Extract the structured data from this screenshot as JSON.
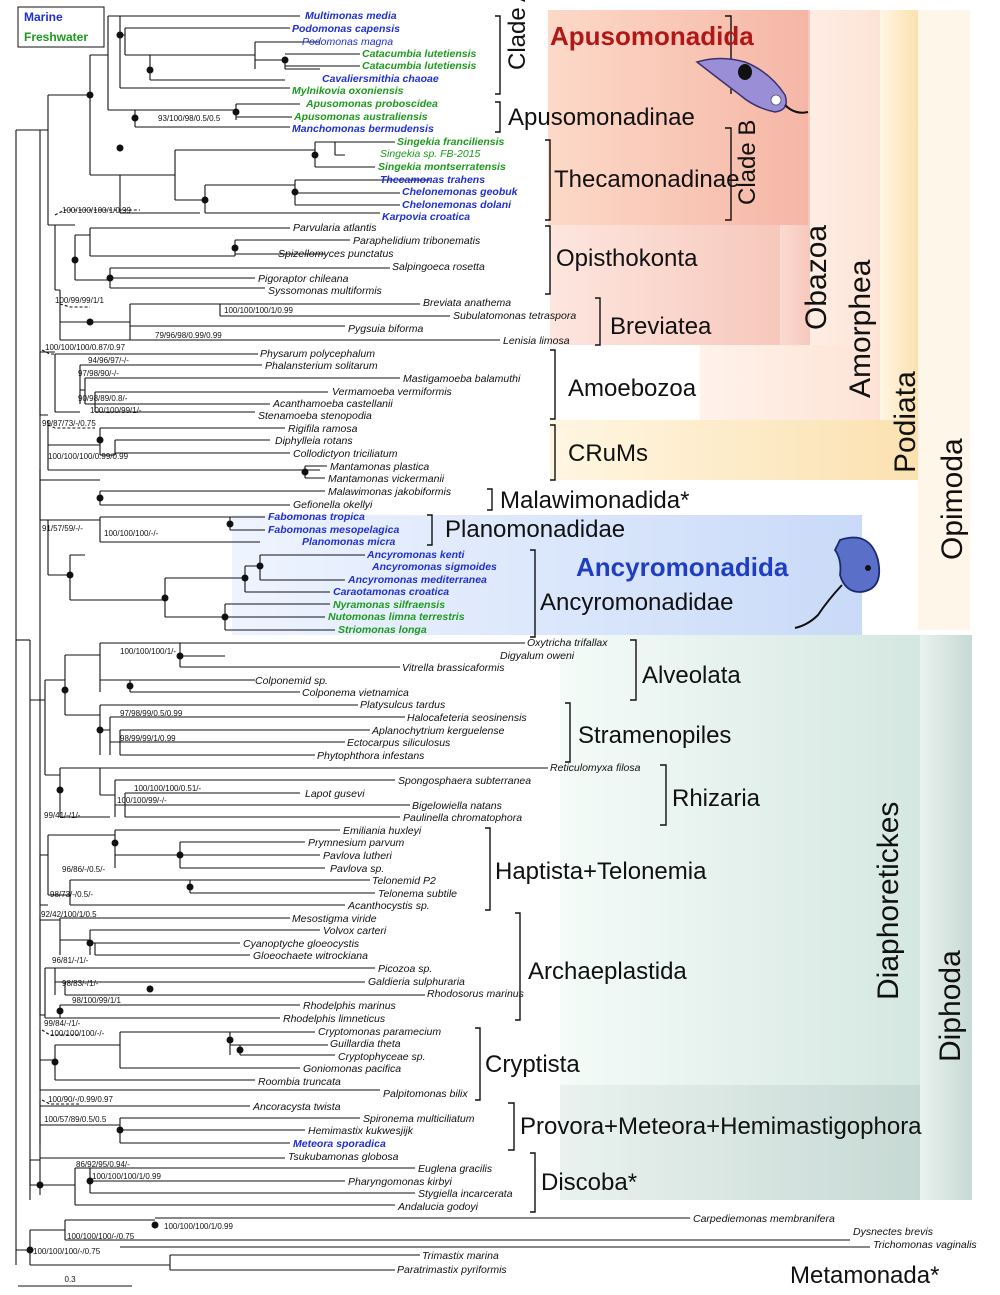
{
  "legend": {
    "marine": "Marine",
    "freshwater": "Freshwater"
  },
  "colors": {
    "marine": "#1f2fd0",
    "freshwater": "#1c9a1c",
    "apusomonadida": "#b01818",
    "ancyromonadida": "#1f3fc0"
  },
  "clades": {
    "apusomonadida": "Apusomonadida",
    "clade_a": "Clade A",
    "clade_b": "Clade B",
    "apusomonadinae": "Apusomonadinae",
    "thecamonadinae": "Thecamonadinae",
    "opisthokonta": "Opisthokonta",
    "breviatea": "Breviatea",
    "obazoa": "Obazoa",
    "amorphea": "Amorphea",
    "podiata": "Podiata",
    "opimoda": "Opimoda",
    "amoebozoa": "Amoebozoa",
    "crums": "CRuMs",
    "malawimonadida": "Malawimonadida*",
    "planomonadidae": "Planomonadidae",
    "ancyromonadida": "Ancyromonadida",
    "ancyromonadidae": "Ancyromonadidae",
    "alveolata": "Alveolata",
    "stramenopiles": "Stramenopiles",
    "rhizaria": "Rhizaria",
    "haptista": "Haptista+Telonemia",
    "archaeplastida": "Archaeplastida",
    "cryptista": "Cryptista",
    "diaphoretickes": "Diaphoretickes",
    "diphoda": "Diphoda",
    "provora": "Provora+Meteora+Hemimastigophora",
    "discoba": "Discoba*",
    "metamonada": "Metamonada*"
  },
  "scale_bar": "0.3",
  "taxa": [
    {
      "name": "Multimonas media",
      "habitat": "marine"
    },
    {
      "name": "Podomonas capensis",
      "habitat": "marine"
    },
    {
      "name": "Podomonas magna",
      "habitat": "marine-plain"
    },
    {
      "name": "Catacumbia lutetiensis",
      "habitat": "fresh"
    },
    {
      "name": "Catacumbia lutetiensis",
      "habitat": "fresh"
    },
    {
      "name": "Cavaliersmithia chaoae",
      "habitat": "marine"
    },
    {
      "name": "Mylnikovia oxoniensis",
      "habitat": "fresh"
    },
    {
      "name": "Apusomonas proboscidea",
      "habitat": "fresh"
    },
    {
      "name": "Apusomonas australiensis",
      "habitat": "fresh"
    },
    {
      "name": "Manchomonas bermudensis",
      "habitat": "marine"
    },
    {
      "name": "Singekia franciliensis",
      "habitat": "fresh"
    },
    {
      "name": "Singekia sp. FB-2015",
      "habitat": "fresh-plain"
    },
    {
      "name": "Singekia montserratensis",
      "habitat": "fresh"
    },
    {
      "name": "Thecamonas trahens",
      "habitat": "marine"
    },
    {
      "name": "Chelonemonas geobuk",
      "habitat": "marine"
    },
    {
      "name": "Chelonemonas dolani",
      "habitat": "marine"
    },
    {
      "name": "Karpovia croatica",
      "habitat": "marine"
    },
    {
      "name": "Parvularia atlantis",
      "habitat": "none"
    },
    {
      "name": "Paraphelidium tribonematis",
      "habitat": "none"
    },
    {
      "name": "Spizellomyces punctatus",
      "habitat": "none"
    },
    {
      "name": "Salpingoeca rosetta",
      "habitat": "none"
    },
    {
      "name": "Pigoraptor chileana",
      "habitat": "none"
    },
    {
      "name": "Syssomonas multiformis",
      "habitat": "none"
    },
    {
      "name": "Breviata anathema",
      "habitat": "none"
    },
    {
      "name": "Subulatomonas tetraspora",
      "habitat": "none"
    },
    {
      "name": "Pygsuia biforma",
      "habitat": "none"
    },
    {
      "name": "Lenisia limosa",
      "habitat": "none"
    },
    {
      "name": "Physarum polycephalum",
      "habitat": "none"
    },
    {
      "name": "Phalansterium solitarum",
      "habitat": "none"
    },
    {
      "name": "Mastigamoeba balamuthi",
      "habitat": "none"
    },
    {
      "name": "Vermamoeba vermiformis",
      "habitat": "none"
    },
    {
      "name": "Acanthamoeba castellanii",
      "habitat": "none"
    },
    {
      "name": "Stenamoeba stenopodia",
      "habitat": "none"
    },
    {
      "name": "Rigifila ramosa",
      "habitat": "none"
    },
    {
      "name": "Diphylleia rotans",
      "habitat": "none"
    },
    {
      "name": "Collodictyon triciliatum",
      "habitat": "none"
    },
    {
      "name": "Mantamonas plastica",
      "habitat": "none"
    },
    {
      "name": "Mantamonas vickermanii",
      "habitat": "none"
    },
    {
      "name": "Malawimonas jakobiformis",
      "habitat": "none"
    },
    {
      "name": "Gefionella okellyi",
      "habitat": "none"
    },
    {
      "name": "Fabomonas tropica",
      "habitat": "marine"
    },
    {
      "name": "Fabomonas mesopelagica",
      "habitat": "marine"
    },
    {
      "name": "Planomonas micra",
      "habitat": "marine"
    },
    {
      "name": "Ancyromonas kenti",
      "habitat": "marine"
    },
    {
      "name": "Ancyromonas sigmoides",
      "habitat": "marine"
    },
    {
      "name": "Ancyromonas mediterranea",
      "habitat": "marine"
    },
    {
      "name": "Caraotamonas croatica",
      "habitat": "marine"
    },
    {
      "name": "Nyramonas silfraensis",
      "habitat": "fresh"
    },
    {
      "name": "Nutomonas limna terrestris",
      "habitat": "fresh"
    },
    {
      "name": "Striomonas longa",
      "habitat": "fresh"
    },
    {
      "name": "Oxytricha trifallax",
      "habitat": "none"
    },
    {
      "name": "Digyalum oweni",
      "habitat": "none"
    },
    {
      "name": "Vitrella brassicaformis",
      "habitat": "none"
    },
    {
      "name": "Colponemid sp.",
      "habitat": "none"
    },
    {
      "name": "Colponema vietnamica",
      "habitat": "none"
    },
    {
      "name": "Platysulcus tardus",
      "habitat": "none"
    },
    {
      "name": "Halocafeteria seosinensis",
      "habitat": "none"
    },
    {
      "name": "Aplanochytrium kerguelense",
      "habitat": "none"
    },
    {
      "name": "Ectocarpus siliculosus",
      "habitat": "none"
    },
    {
      "name": "Phytophthora infestans",
      "habitat": "none"
    },
    {
      "name": "Reticulomyxa filosa",
      "habitat": "none"
    },
    {
      "name": "Spongosphaera subterranea",
      "habitat": "none"
    },
    {
      "name": "Lapot gusevi",
      "habitat": "none"
    },
    {
      "name": "Bigelowiella natans",
      "habitat": "none"
    },
    {
      "name": "Paulinella chromatophora",
      "habitat": "none"
    },
    {
      "name": "Emiliania huxleyi",
      "habitat": "none"
    },
    {
      "name": "Prymnesium parvum",
      "habitat": "none"
    },
    {
      "name": "Pavlova lutheri",
      "habitat": "none"
    },
    {
      "name": "Pavlova sp.",
      "habitat": "none"
    },
    {
      "name": "Telonemid P2",
      "habitat": "none"
    },
    {
      "name": "Telonema subtile",
      "habitat": "none"
    },
    {
      "name": "Acanthocystis sp.",
      "habitat": "none"
    },
    {
      "name": "Mesostigma viride",
      "habitat": "none"
    },
    {
      "name": "Volvox carteri",
      "habitat": "none"
    },
    {
      "name": "Cyanoptyche gloeocystis",
      "habitat": "none"
    },
    {
      "name": "Gloeochaete witrockiana",
      "habitat": "none"
    },
    {
      "name": "Picozoa sp.",
      "habitat": "none"
    },
    {
      "name": "Galdieria sulphuraria",
      "habitat": "none"
    },
    {
      "name": "Rhodosorus marinus",
      "habitat": "none"
    },
    {
      "name": "Rhodelphis marinus",
      "habitat": "none"
    },
    {
      "name": "Rhodelphis limneticus",
      "habitat": "none"
    },
    {
      "name": "Cryptomonas paramecium",
      "habitat": "none"
    },
    {
      "name": "Guillardia theta",
      "habitat": "none"
    },
    {
      "name": "Cryptophyceae sp.",
      "habitat": "none"
    },
    {
      "name": "Goniomonas pacifica",
      "habitat": "none"
    },
    {
      "name": "Roombia truncata",
      "habitat": "none"
    },
    {
      "name": "Palpitomonas bilix",
      "habitat": "none"
    },
    {
      "name": "Ancoracysta twista",
      "habitat": "none"
    },
    {
      "name": "Spironema multiciliatum",
      "habitat": "none"
    },
    {
      "name": "Hemimastix kukwesjijk",
      "habitat": "none"
    },
    {
      "name": "Meteora sporadica",
      "habitat": "marine"
    },
    {
      "name": "Tsukubamonas globosa",
      "habitat": "none"
    },
    {
      "name": "Euglena gracilis",
      "habitat": "none"
    },
    {
      "name": "Pharyngomonas kirbyi",
      "habitat": "none"
    },
    {
      "name": "Stygiella incarcerata",
      "habitat": "none"
    },
    {
      "name": "Andalucia godoyi",
      "habitat": "none"
    },
    {
      "name": "Carpediemonas membranifera",
      "habitat": "none"
    },
    {
      "name": "Dysnectes brevis",
      "habitat": "none"
    },
    {
      "name": "Trichomonas vaginalis",
      "habitat": "none"
    },
    {
      "name": "Trimastix marina",
      "habitat": "none"
    },
    {
      "name": "Paratrimastix pyriformis",
      "habitat": "none"
    }
  ],
  "supports": [
    "93/100/98/0.5/0.5",
    "100/100/100/1/0.99",
    "100/99/99/1/1",
    "100/100/100/1/0.99",
    "79/96/98/0.99/0.99",
    "100/100/100/0.87/0.97",
    "94/96/97/-/-",
    "97/98/90/-/-",
    "90/98/89/0.8/-",
    "100/100/99/1/-",
    "99/87/73/-/0.75",
    "100/100/100/0.99/0.99",
    "91/57/59/-/-",
    "100/100/100/-/-",
    "100/100/100/1/-",
    "97/98/99/0.5/0.99",
    "98/99/99/1/0.99",
    "100/100/100/0.51/-",
    "100/100/99/-/-",
    "99/41/-/1/-",
    "96/86/-/0.5/-",
    "98/73/-/0.5/-",
    "92/42/100/1/0.5",
    "96/81/-/1/-",
    "98/83/-/1/-",
    "98/100/99/1/1",
    "99/84/-/1/-",
    "100/100/100/-/-",
    "100/90/-/0.99/0.97",
    "100/57/89/0.5/0.5",
    "86/92/95/0.94/-",
    "100/100/100/1/0.99",
    "100/100/100/1/0.99",
    "100/100/100/-/0.75",
    "100/100/100/-/0.75"
  ]
}
